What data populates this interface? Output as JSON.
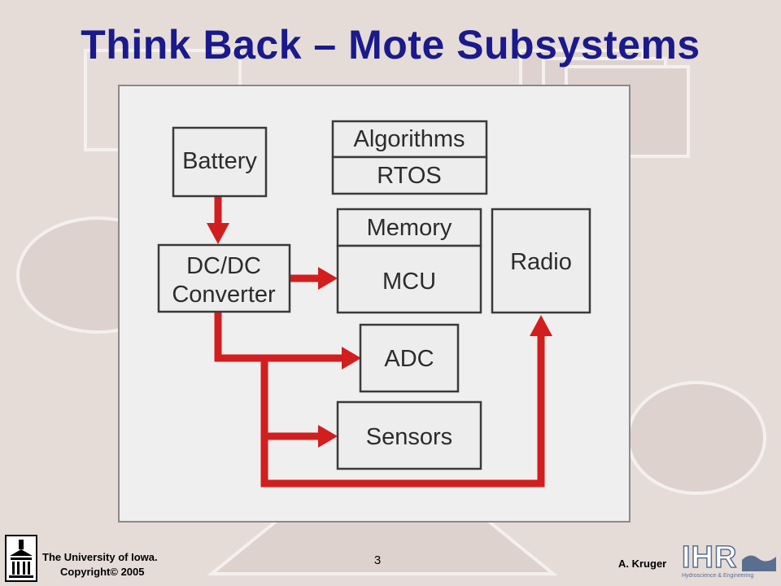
{
  "slide": {
    "title": "Think Back – Mote Subsystems",
    "page_number": "3"
  },
  "diagram": {
    "blocks": {
      "battery": "Battery",
      "algorithms": "Algorithms",
      "rtos": "RTOS",
      "memory": "Memory",
      "mcu": "MCU",
      "radio": "Radio",
      "dcdc_line1": "DC/DC",
      "dcdc_line2": "Converter",
      "adc": "ADC",
      "sensors": "Sensors"
    },
    "colors": {
      "arrow": "#d21e1e",
      "title": "#1a1a8c"
    }
  },
  "footer": {
    "university": "The University of Iowa.",
    "copyright": "Copyright© 2005",
    "author": "A. Kruger",
    "ihr_logo_text": "IHR",
    "ihr_logo_subtext": "Hydroscience & Engineering"
  }
}
